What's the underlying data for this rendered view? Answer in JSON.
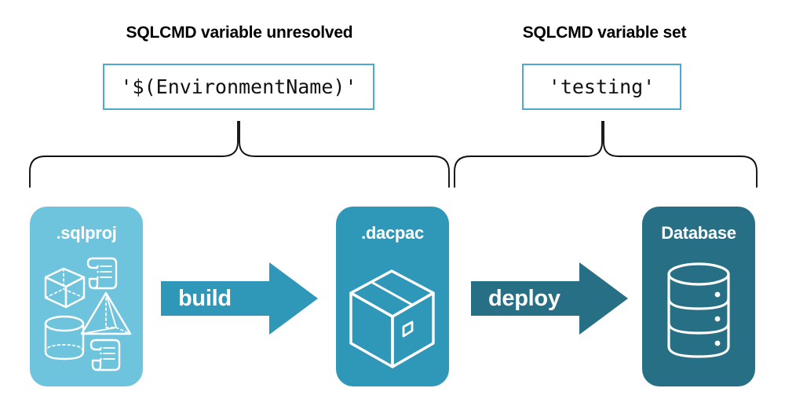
{
  "diagram": {
    "title_left": "SQLCMD variable unresolved",
    "title_right": "SQLCMD variable set",
    "value_left": "'$(EnvironmentName)'",
    "value_right": "'testing'",
    "stages": [
      {
        "id": "sqlproj",
        "label": ".sqlproj",
        "color": "#6EC4DD",
        "icons": [
          "cube-icon",
          "pyramid-icon",
          "cylinder-icon",
          "script-scroll-icon",
          "script-scroll-icon"
        ]
      },
      {
        "id": "dacpac",
        "label": ".dacpac",
        "color": "#2F97B8",
        "icons": [
          "package-box-icon"
        ]
      },
      {
        "id": "database",
        "label": "Database",
        "color": "#276F84",
        "icons": [
          "database-cylinder-icon"
        ]
      }
    ],
    "arrows": [
      {
        "id": "build",
        "label": "build",
        "color": "#2F97B8"
      },
      {
        "id": "deploy",
        "label": "deploy",
        "color": "#276F84"
      }
    ],
    "braces": [
      {
        "id": "brace-left",
        "covers": "sqlproj-to-dacpac"
      },
      {
        "id": "brace-right",
        "covers": "dacpac-to-database"
      }
    ],
    "colors": {
      "light_blue": "#6EC4DD",
      "mid_teal": "#2F97B8",
      "dark_teal": "#276F84",
      "box_border": "#4BAACD",
      "text": "#000000",
      "background": "#FFFFFF"
    }
  }
}
